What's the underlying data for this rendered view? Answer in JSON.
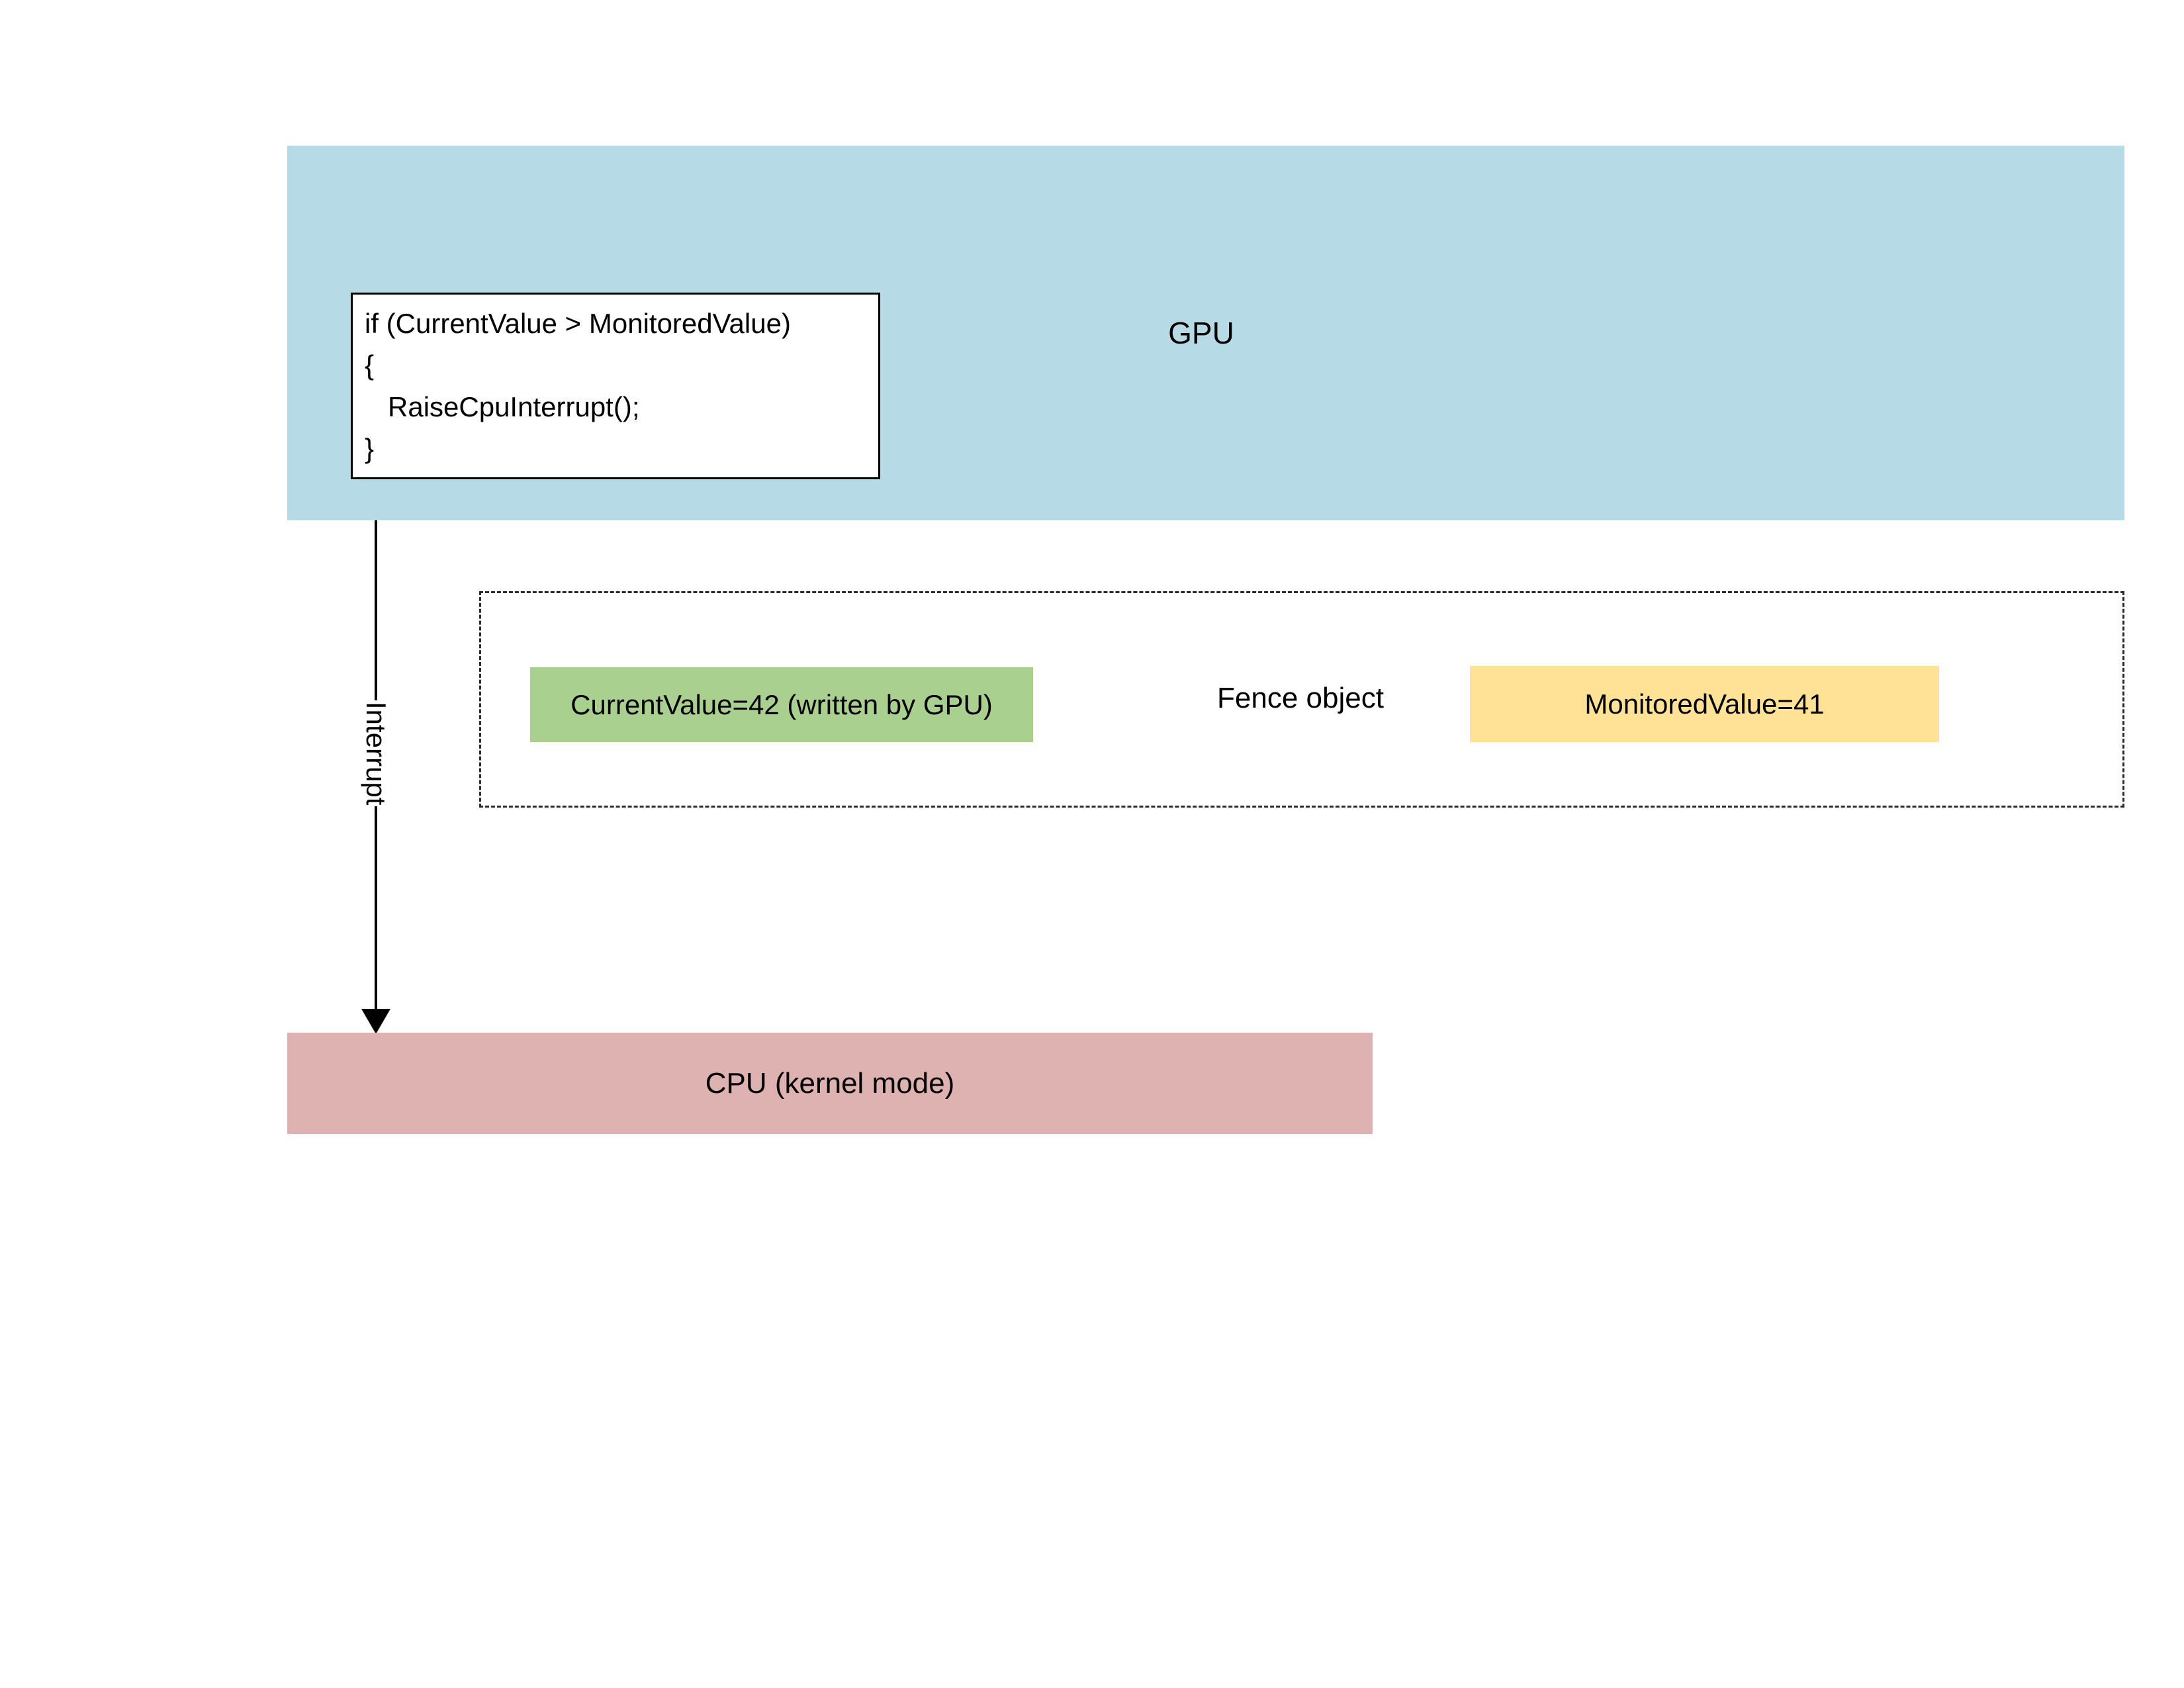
{
  "diagram": {
    "gpu": {
      "label": "GPU",
      "color": "#B7DBE6",
      "code": {
        "lines": [
          "if (CurrentValue > MonitoredValue)",
          "{",
          "   RaiseCpuInterrupt();",
          "}"
        ]
      }
    },
    "fence": {
      "label": "Fence object",
      "current_value": {
        "label": "CurrentValue=42 (written by GPU)",
        "color": "#A9D08E"
      },
      "monitored_value": {
        "label": "MonitoredValue=41",
        "color": "#FFE296"
      }
    },
    "interrupt": {
      "label": "Interrupt"
    },
    "cpu": {
      "label": "CPU (kernel mode)",
      "color": "#DFB2B2"
    }
  }
}
